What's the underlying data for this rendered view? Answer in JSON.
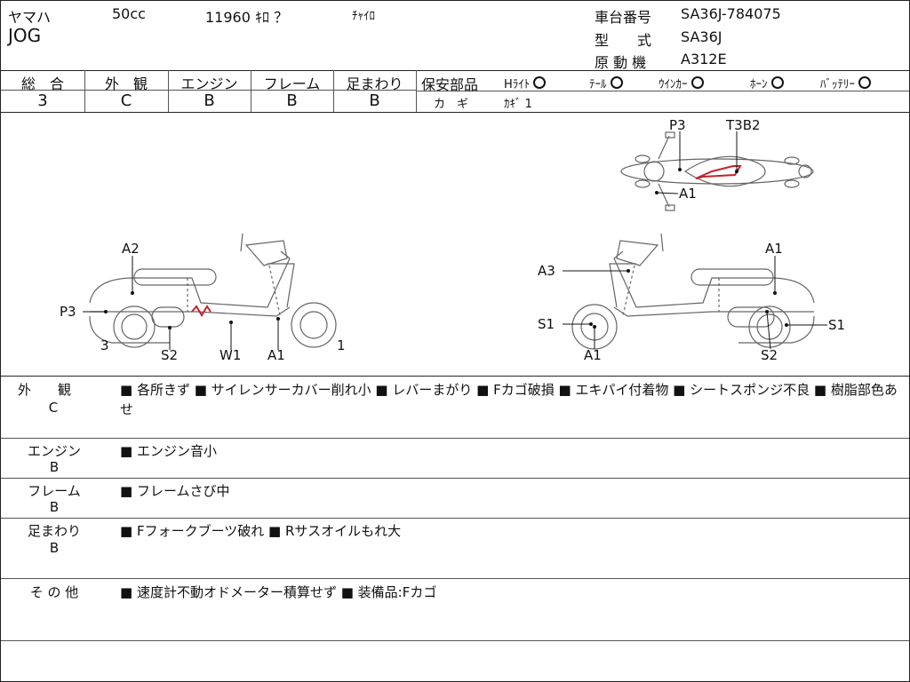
{
  "header": {
    "maker": "ヤマハ",
    "displacement": "50cc",
    "mileage": "11960 ｷﾛ ？",
    "color": "ﾁｬｲﾛ",
    "model_name": "JOG",
    "frame_no_label": "車台番号",
    "frame_no": "SA36J-784075",
    "type_label": "型　　式",
    "type_value": "SA36J",
    "engine_label": "原 動 機",
    "engine_value": "A312E"
  },
  "grades": [
    {
      "label": "総　合",
      "value": "3"
    },
    {
      "label": "外　観",
      "value": "C"
    },
    {
      "label": "エンジン",
      "value": "B"
    },
    {
      "label": "フレーム",
      "value": "B"
    },
    {
      "label": "足まわり",
      "value": "B"
    }
  ],
  "safety": {
    "title": "保安部品",
    "items": [
      "Hﾗｲﾄ",
      "ﾃｰﾙ",
      "ｳｲﾝｶｰ",
      "ﾎｰﾝ",
      "ﾊﾞｯﾃﾘｰ"
    ],
    "key_label": "カ　ギ",
    "key_value": "ｶｷﾞ 1"
  },
  "diagram": {
    "top_labels": [
      "P3",
      "T3B2",
      "A1"
    ],
    "left_labels": [
      "A2",
      "P3",
      "3",
      "S2",
      "W1",
      "A1",
      "1"
    ],
    "right_labels": [
      "A3",
      "A1",
      "S1",
      "A1",
      "S1",
      "S2"
    ]
  },
  "remarks": [
    {
      "label": "外　　観",
      "grade": "C",
      "text": "■ 各所きず ■ サイレンサーカバー削れ小 ■ レバーまがり ■ Fカゴ破損 ■ エキパイ付着物 ■ シートスポンジ不良 ■ 樹脂部色あせ"
    },
    {
      "label": "エンジン",
      "grade": "B",
      "text": "■ エンジン音小"
    },
    {
      "label": "フレーム",
      "grade": "B",
      "text": "■ フレームさび中"
    },
    {
      "label": "足まわり",
      "grade": "B",
      "text": "■ Fフォークブーツ破れ ■ Rサスオイルもれ大"
    },
    {
      "label": "そ の 他",
      "grade": "",
      "text": "■ 速度計不動オドメーター積算せず ■ 装備品:Fカゴ"
    }
  ]
}
